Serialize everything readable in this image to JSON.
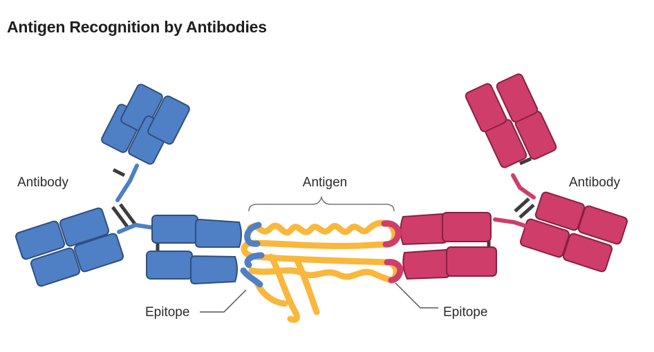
{
  "title": "Antigen Recognition by Antibodies",
  "labels": {
    "antibody_left": "Antibody",
    "antibody_right": "Antibody",
    "antigen": "Antigen",
    "epitope_left": "Epitope",
    "epitope_right": "Epitope"
  },
  "colors": {
    "antibody_left": "#4f7fc4",
    "antibody_right": "#cf3d6b",
    "antigen": "#f9b73c",
    "disulfide_bond": "#3d3d3d"
  }
}
